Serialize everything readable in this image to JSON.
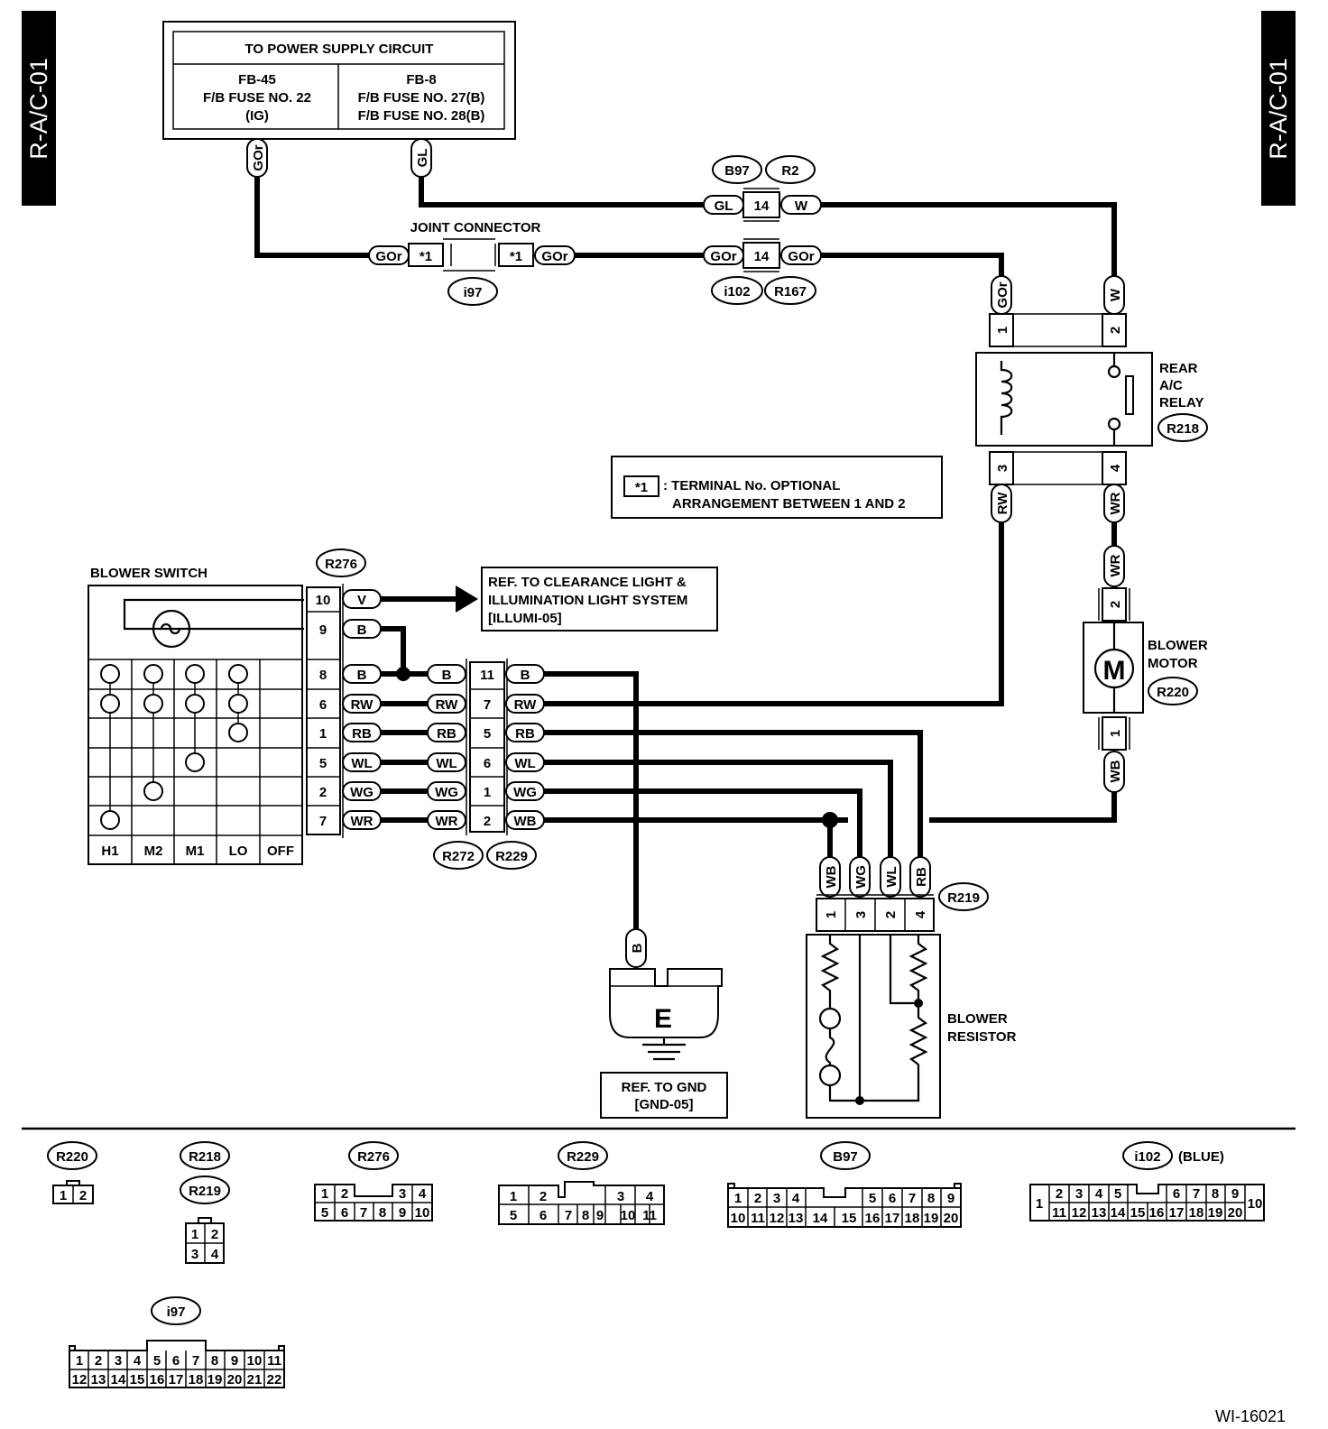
{
  "page_tab": "R-A/C-01",
  "figure_id": "WI-16021",
  "power_supply": {
    "title": "TO POWER SUPPLY CIRCUIT",
    "left": [
      "FB-45",
      "F/B FUSE NO. 22",
      "(IG)"
    ],
    "right": [
      "FB-8",
      "F/B FUSE NO. 27(B)",
      "F/B FUSE NO. 28(B)"
    ],
    "wire_left": "GOr",
    "wire_right": "GL"
  },
  "joint_connector": {
    "label": "JOINT CONNECTOR",
    "id": "i97",
    "terminal": "*1",
    "wire": "GOr"
  },
  "conn_b97_r2": {
    "ids": [
      "B97",
      "R2"
    ],
    "pin": "14",
    "wire_left": "GL",
    "wire_right": "W"
  },
  "conn_i102_r167": {
    "ids": [
      "i102",
      "R167"
    ],
    "pin": "14",
    "wire_left": "GOr",
    "wire_right": "GOr"
  },
  "rear_relay": {
    "label": [
      "REAR",
      "A/C",
      "RELAY"
    ],
    "id": "R218",
    "pins_top": [
      "1",
      "2"
    ],
    "pins_bottom": [
      "3",
      "4"
    ],
    "wires_top": [
      "GOr",
      "W"
    ],
    "wires_bottom": [
      "RW",
      "WR"
    ]
  },
  "note": {
    "symbol": "*1",
    "line1": ": TERMINAL No. OPTIONAL",
    "line2": "ARRANGEMENT BETWEEN 1 AND 2"
  },
  "blower_switch": {
    "label": "BLOWER SWITCH",
    "id": "R276",
    "positions": [
      "H1",
      "M2",
      "M1",
      "LO",
      "OFF"
    ],
    "terminals": [
      {
        "pin": "10",
        "wire": "V"
      },
      {
        "pin": "9",
        "wire": "B"
      },
      {
        "pin": "8",
        "wire": "B"
      },
      {
        "pin": "6",
        "wire": "RW"
      },
      {
        "pin": "1",
        "wire": "RB"
      },
      {
        "pin": "5",
        "wire": "WL"
      },
      {
        "pin": "2",
        "wire": "WG"
      },
      {
        "pin": "7",
        "wire": "WR"
      }
    ]
  },
  "illumination_ref": [
    "REF. TO CLEARANCE LIGHT &",
    "ILLUMINATION LIGHT SYSTEM",
    "[ILLUMI-05]"
  ],
  "conn_r272_r229": {
    "ids": [
      "R272",
      "R229"
    ],
    "rows": [
      {
        "left": "B",
        "pin": "11",
        "right": "B"
      },
      {
        "left": "RW",
        "pin": "7",
        "right": "RW"
      },
      {
        "left": "RB",
        "pin": "5",
        "right": "RB"
      },
      {
        "left": "WL",
        "pin": "6",
        "right": "WL"
      },
      {
        "left": "WG",
        "pin": "1",
        "right": "WG"
      },
      {
        "left": "WR",
        "pin": "2",
        "right": "WB"
      }
    ]
  },
  "blower_motor": {
    "label": [
      "BLOWER",
      "MOTOR"
    ],
    "id": "R220",
    "symbol": "M",
    "pins": [
      "2",
      "1"
    ],
    "wires": [
      "WR",
      "WB"
    ]
  },
  "blower_resistor": {
    "label": [
      "BLOWER",
      "RESISTOR"
    ],
    "id": "R219",
    "pins": [
      "1",
      "3",
      "2",
      "4"
    ],
    "wires": [
      "WB",
      "WG",
      "WL",
      "RB"
    ]
  },
  "ground": {
    "symbol": "E",
    "wire": "B",
    "ref": [
      "REF. TO GND",
      "[GND-05]"
    ]
  },
  "connector_views": {
    "r220": {
      "id": "R220",
      "row1": [
        "1",
        "2"
      ]
    },
    "r218": {
      "ids": [
        "R218",
        "R219"
      ],
      "row1": [
        "1",
        "2"
      ],
      "row2": [
        "3",
        "4"
      ]
    },
    "r276": {
      "id": "R276",
      "row1": [
        "1",
        "2",
        "3",
        "4"
      ],
      "row2": [
        "5",
        "6",
        "7",
        "8",
        "9",
        "10"
      ]
    },
    "r229": {
      "id": "R229",
      "row1": [
        "1",
        "2",
        "3",
        "4"
      ],
      "row2": [
        "5",
        "6",
        "7",
        "8",
        "9",
        "10",
        "11"
      ]
    },
    "b97": {
      "id": "B97",
      "row1": [
        "1",
        "2",
        "3",
        "4",
        "5",
        "6",
        "7",
        "8",
        "9"
      ],
      "row2": [
        "10",
        "11",
        "12",
        "13",
        "14",
        "15",
        "16",
        "17",
        "18",
        "19",
        "20"
      ]
    },
    "i102": {
      "id": "i102",
      "note": "(BLUE)",
      "row1": [
        "2",
        "3",
        "4",
        "5",
        "6",
        "7",
        "8",
        "9"
      ],
      "row2": [
        "11",
        "12",
        "13",
        "14",
        "15",
        "16",
        "17",
        "18",
        "19",
        "20"
      ],
      "end_left": "1",
      "end_right": "10"
    },
    "i97": {
      "id": "i97",
      "row1": [
        "1",
        "2",
        "3",
        "4",
        "5",
        "6",
        "7",
        "8",
        "9",
        "10",
        "11"
      ],
      "row2": [
        "12",
        "13",
        "14",
        "15",
        "16",
        "17",
        "18",
        "19",
        "20",
        "21",
        "22"
      ]
    }
  }
}
